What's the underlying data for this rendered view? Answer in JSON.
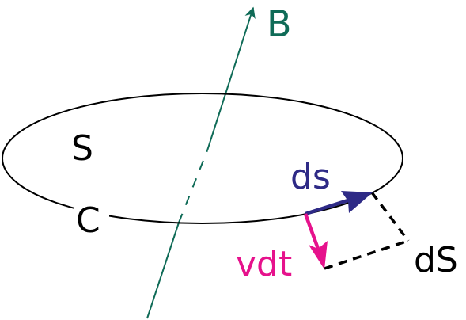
{
  "labels": {
    "field": "B",
    "surface": "S",
    "curve": "C",
    "line_element": "ds",
    "displacement": "vdt",
    "area_element": "dS"
  },
  "colors": {
    "field": "#0f6b57",
    "line_element": "#2e2a86",
    "displacement": "#e6128c",
    "outline": "#000000",
    "text": "#000000"
  }
}
